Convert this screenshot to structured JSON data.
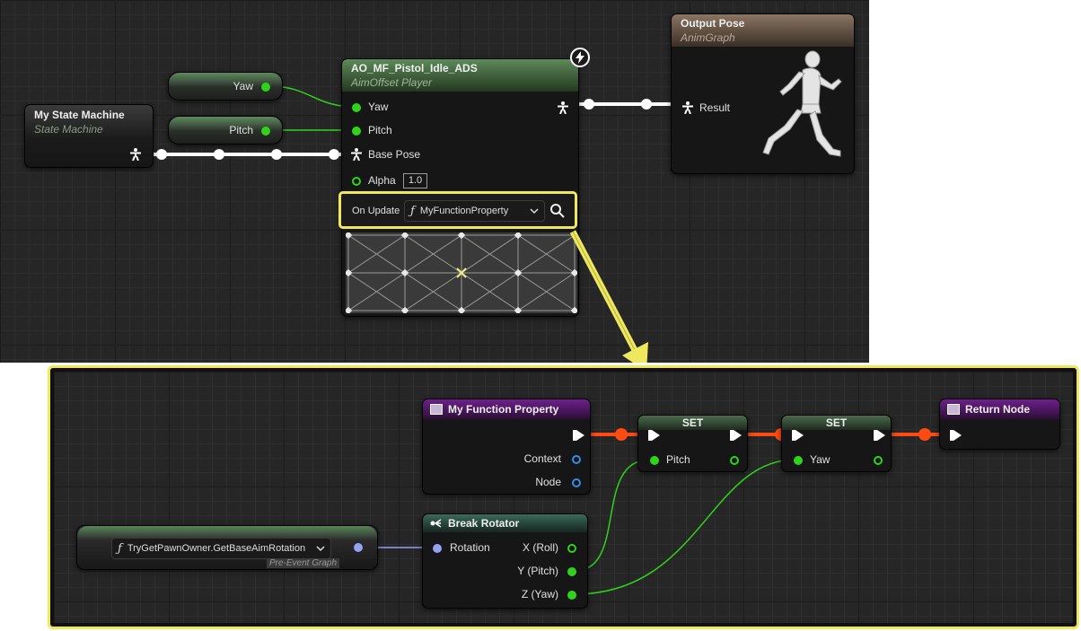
{
  "anim_graph": {
    "state_machine": {
      "title": "My State Machine",
      "subtitle": "State Machine"
    },
    "yaw_var": {
      "label": "Yaw"
    },
    "pitch_var": {
      "label": "Pitch"
    },
    "aim_offset": {
      "title": "AO_MF_Pistol_Idle_ADS",
      "subtitle": "AimOffset Player",
      "pins": {
        "yaw": "Yaw",
        "pitch": "Pitch",
        "base_pose": "Base Pose",
        "alpha": "Alpha"
      },
      "alpha_value": "1.0",
      "on_update_label": "On Update",
      "function_value": "MyFunctionProperty"
    },
    "output_pose": {
      "title": "Output Pose",
      "subtitle": "AnimGraph",
      "result_label": "Result"
    }
  },
  "function_graph": {
    "function_entry": {
      "title": "My Function Property",
      "pins": {
        "context": "Context",
        "node": "Node"
      }
    },
    "set_pitch": {
      "title": "SET",
      "pin": "Pitch"
    },
    "set_yaw": {
      "title": "SET",
      "pin": "Yaw"
    },
    "return_node": {
      "title": "Return Node"
    },
    "break_rotator": {
      "title": "Break Rotator",
      "pins": {
        "rotation": "Rotation",
        "x": "X (Roll)",
        "y": "Y (Pitch)",
        "z": "Z (Yaw)"
      }
    },
    "pawn_owner": {
      "function": "TryGetPawnOwner.GetBaseAimRotation",
      "tag": "Pre-Event Graph"
    }
  },
  "colors": {
    "callout": "#f0e85c",
    "data_pin": "#2ed31a",
    "exec_wire": "#ff4a12",
    "function_header": "#6f1f8c",
    "anim_header": "#3e6f3e"
  },
  "icons": [
    "lightning-icon",
    "pose-icon",
    "search-icon",
    "function-icon",
    "chevron-down-icon",
    "function-node-icon",
    "break-struct-icon"
  ]
}
